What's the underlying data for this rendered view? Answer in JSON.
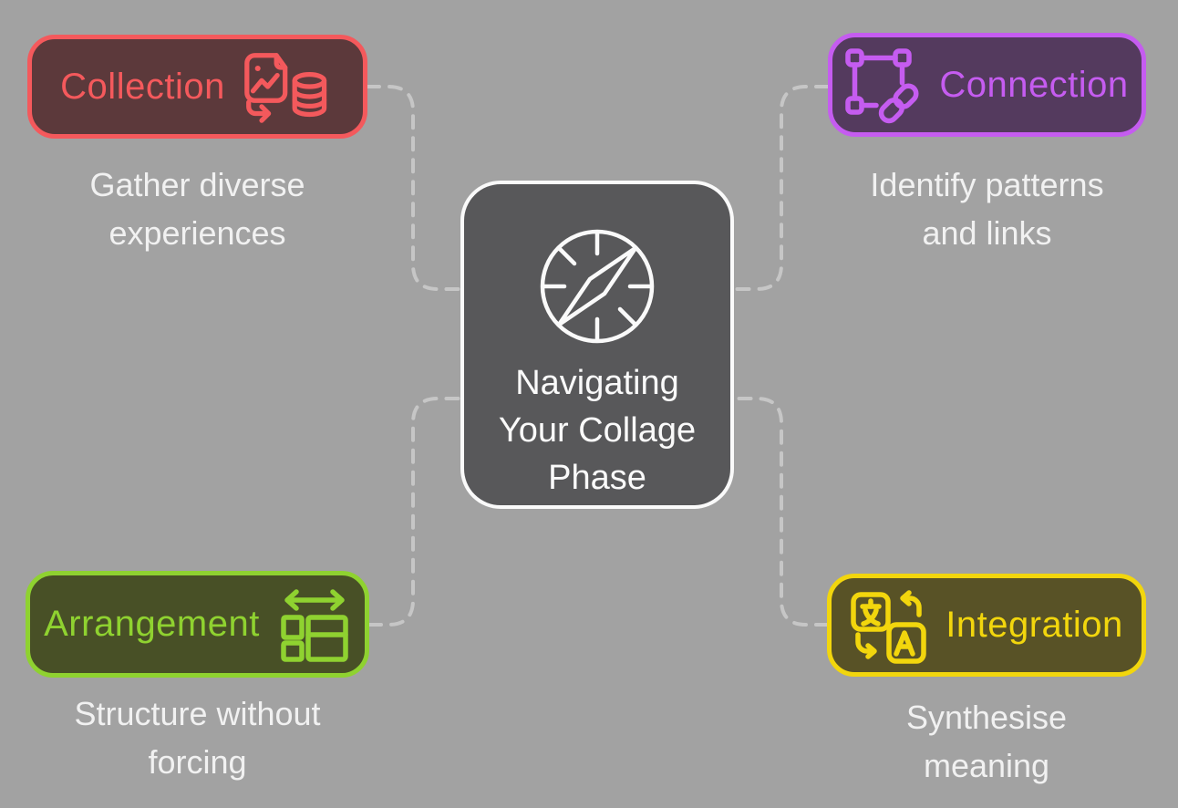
{
  "diagram": {
    "type": "mindmap",
    "center": {
      "title": "Navigating Your Collage Phase",
      "line1": "Navigating",
      "line2": "Your Collage",
      "line3": "Phase",
      "icon": "compass-icon"
    },
    "nodes": {
      "collection": {
        "label": "Collection",
        "icon": "image-to-database-icon",
        "subtitle": "Gather diverse experiences",
        "subtitle_line1": "Gather diverse",
        "subtitle_line2": "experiences",
        "position": "top-left"
      },
      "connection": {
        "label": "Connection",
        "icon": "selection-link-icon",
        "subtitle": "Identify patterns and links",
        "subtitle_line1": "Identify patterns",
        "subtitle_line2": "and links",
        "position": "top-right"
      },
      "arrangement": {
        "label": "Arrangement",
        "icon": "resize-layout-icon",
        "subtitle": "Structure without forcing",
        "subtitle_line1": "Structure without",
        "subtitle_line2": "forcing",
        "position": "bottom-left"
      },
      "integration": {
        "label": "Integration",
        "icon": "translate-icon",
        "subtitle": "Synthesise meaning",
        "subtitle_line1": "Synthesise",
        "subtitle_line2": "meaning",
        "position": "bottom-right"
      }
    },
    "connectors": {
      "style": "dashed",
      "count": 4
    }
  },
  "colors": {
    "background": "#a2a2a2",
    "connector": "#c6c6c6",
    "center_fill": "#58585a",
    "center_border": "#fafafa",
    "text_light": "#f1f1f1",
    "collection_accent": "#f4595c",
    "collection_fill": "#5c393b",
    "connection_accent": "#c55cf0",
    "connection_fill": "#543a5e",
    "arrangement_accent": "#8fd230",
    "arrangement_fill": "#485026",
    "integration_accent": "#f2d60d",
    "integration_fill": "#585226"
  }
}
